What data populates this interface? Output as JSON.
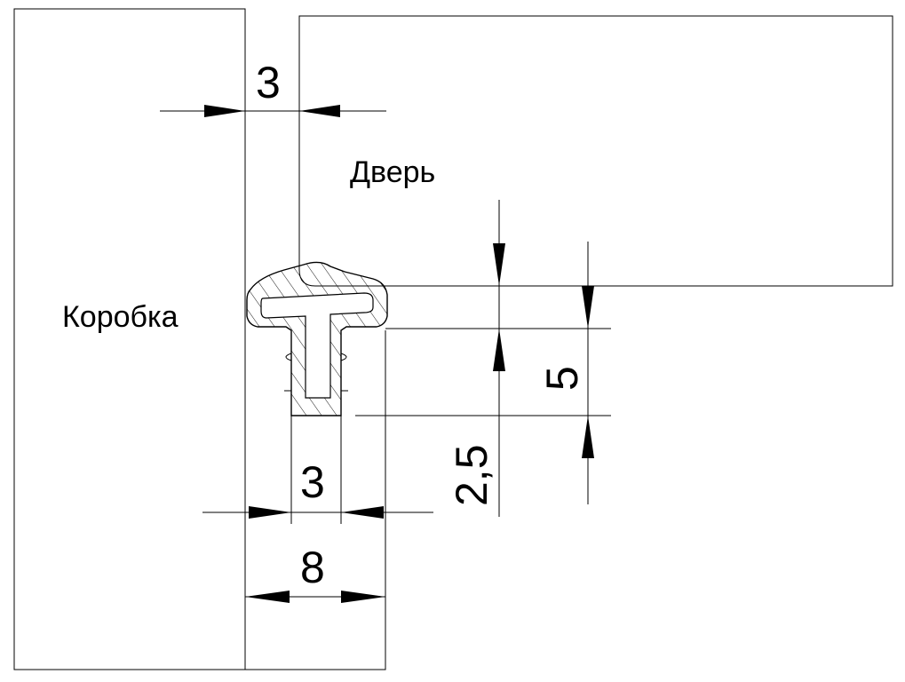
{
  "labels": {
    "frame": "Коробка",
    "door": "Дверь"
  },
  "dimensions": {
    "gap_top": "3",
    "seal_stem_width": "3",
    "seal_width": "8",
    "seal_head_height": "5",
    "seal_compression": "2,5"
  },
  "colors": {
    "line": "#000000",
    "background": "#ffffff"
  }
}
